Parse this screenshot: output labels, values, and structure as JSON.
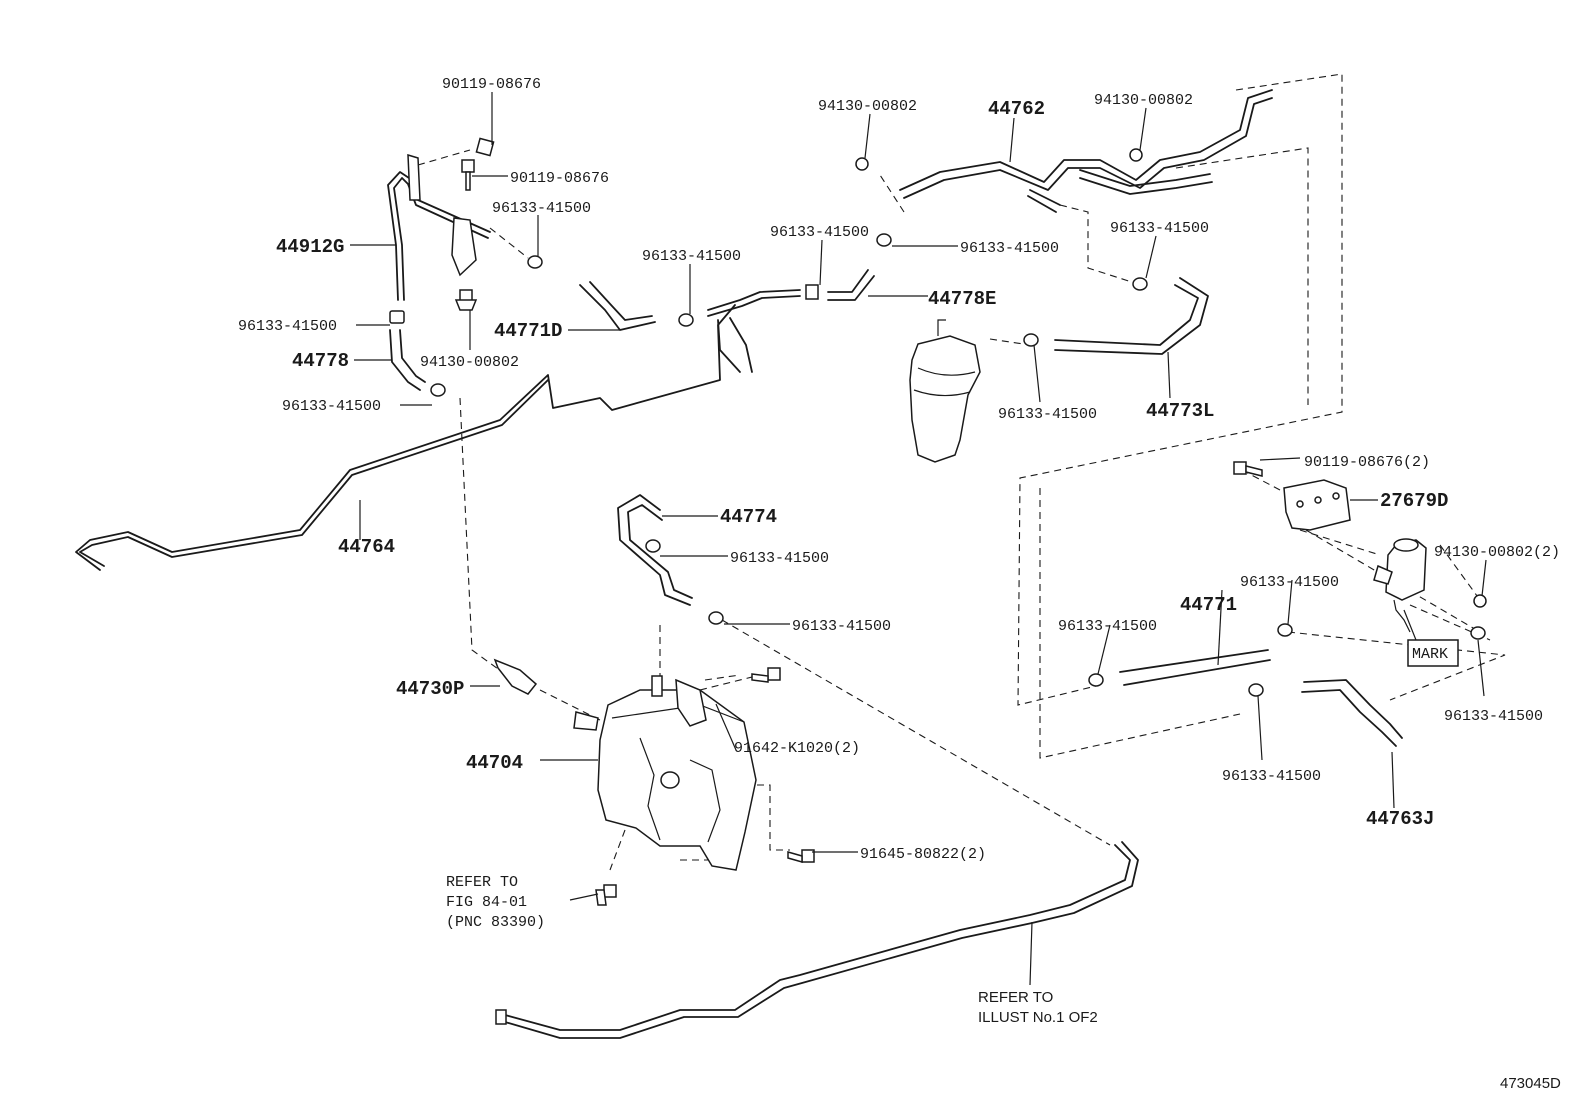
{
  "diagram": {
    "code": "473045D",
    "labels": {
      "p90119_08676_a": "90119-08676",
      "p90119_08676_b": "90119-08676",
      "p96133_41500_a": "96133-41500",
      "p44912G": "44912G",
      "p96133_41500_b": "96133-41500",
      "p44778": "44778",
      "p94130_00802_a": "94130-00802",
      "p96133_41500_c": "96133-41500",
      "p44771D": "44771D",
      "p96133_41500_d": "96133-41500",
      "p44764": "44764",
      "p94130_00802_b": "94130-00802",
      "p44762": "44762",
      "p94130_00802_c": "94130-00802",
      "p96133_41500_e": "96133-41500",
      "p96133_41500_f": "96133-41500",
      "p44778E": "44778E",
      "p96133_41500_g": "96133-41500",
      "p96133_41500_h": "96133-41500",
      "p44773L": "44773L",
      "p44774": "44774",
      "p96133_41500_i": "96133-41500",
      "p96133_41500_j": "96133-41500",
      "p44730P": "44730P",
      "p91642_K1020": "91642-K1020(2)",
      "p44704": "44704",
      "p91645_80822": "91645-80822(2)",
      "p90119_08676_2": "90119-08676(2)",
      "p27679D": "27679D",
      "p94130_00802_2": "94130-00802(2)",
      "p96133_41500_k": "96133-41500",
      "p44771": "44771",
      "p96133_41500_l": "96133-41500",
      "mark": "MARK",
      "p96133_41500_m": "96133-41500",
      "p96133_41500_n": "96133-41500",
      "p44763J": "44763J",
      "refer_fig_1": "REFER TO",
      "refer_fig_2": "FIG 84-01",
      "refer_fig_3": "(PNC 83390)",
      "refer_illust_1": "REFER TO",
      "refer_illust_2": "ILLUST No.1 OF2"
    }
  }
}
